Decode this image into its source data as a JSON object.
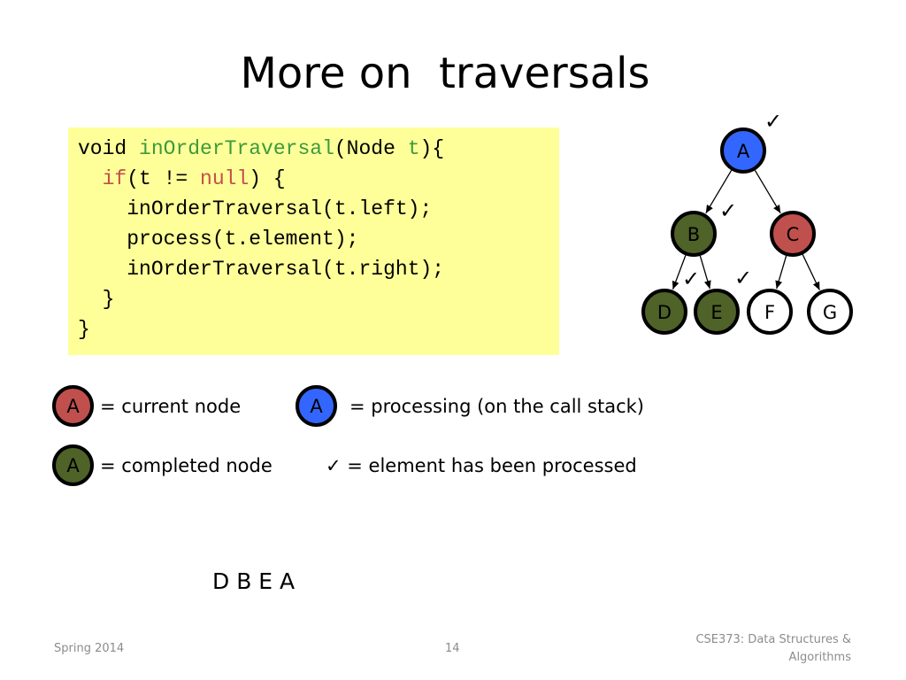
{
  "slide": {
    "title": "More on  traversals",
    "result": "D B E A"
  },
  "code": {
    "line1": {
      "kw": "void",
      "fn": "inOrderTraversal",
      "p1": "(Node ",
      "param": "t",
      "p2": "){"
    },
    "line2": {
      "kw": "if",
      "p1": "(t != ",
      "null": "null",
      "p2": ") {"
    },
    "line3": "inOrderTraversal(t.left);",
    "line4": "process(t.element);",
    "line5": "inOrderTraversal(t.right);",
    "line6": "}",
    "line7": "}"
  },
  "tree": {
    "check_mark": "✓",
    "nodes": [
      {
        "id": "A",
        "label": "A",
        "state": "processing",
        "checked": true
      },
      {
        "id": "B",
        "label": "B",
        "state": "completed",
        "checked": true
      },
      {
        "id": "C",
        "label": "C",
        "state": "current",
        "checked": false
      },
      {
        "id": "D",
        "label": "D",
        "state": "completed",
        "checked": true
      },
      {
        "id": "E",
        "label": "E",
        "state": "completed",
        "checked": true
      },
      {
        "id": "F",
        "label": "F",
        "state": "unvisited",
        "checked": false
      },
      {
        "id": "G",
        "label": "G",
        "state": "unvisited",
        "checked": false
      }
    ],
    "edges": [
      [
        "A",
        "B"
      ],
      [
        "A",
        "C"
      ],
      [
        "B",
        "D"
      ],
      [
        "B",
        "E"
      ],
      [
        "C",
        "F"
      ],
      [
        "C",
        "G"
      ]
    ]
  },
  "legend": {
    "current": {
      "circle": "A",
      "text": "= current node"
    },
    "processing": {
      "circle": "A",
      "text": "= processing (on the call stack)"
    },
    "completed": {
      "circle": "A",
      "text": "= completed node"
    },
    "processed": {
      "symbol": "✓",
      "text": " = element has been processed"
    }
  },
  "colors": {
    "current": "#c0504d",
    "processing": "#3366ff",
    "completed": "#4f6228",
    "unvisited": "#ffffff",
    "code_bg": "#ffff99",
    "keyword": "#c0504d",
    "function": "#3c9a3c"
  },
  "footer": {
    "left": "Spring 2014",
    "page": "14",
    "right_line1": "CSE373: Data Structures &",
    "right_line2": "Algorithms"
  }
}
